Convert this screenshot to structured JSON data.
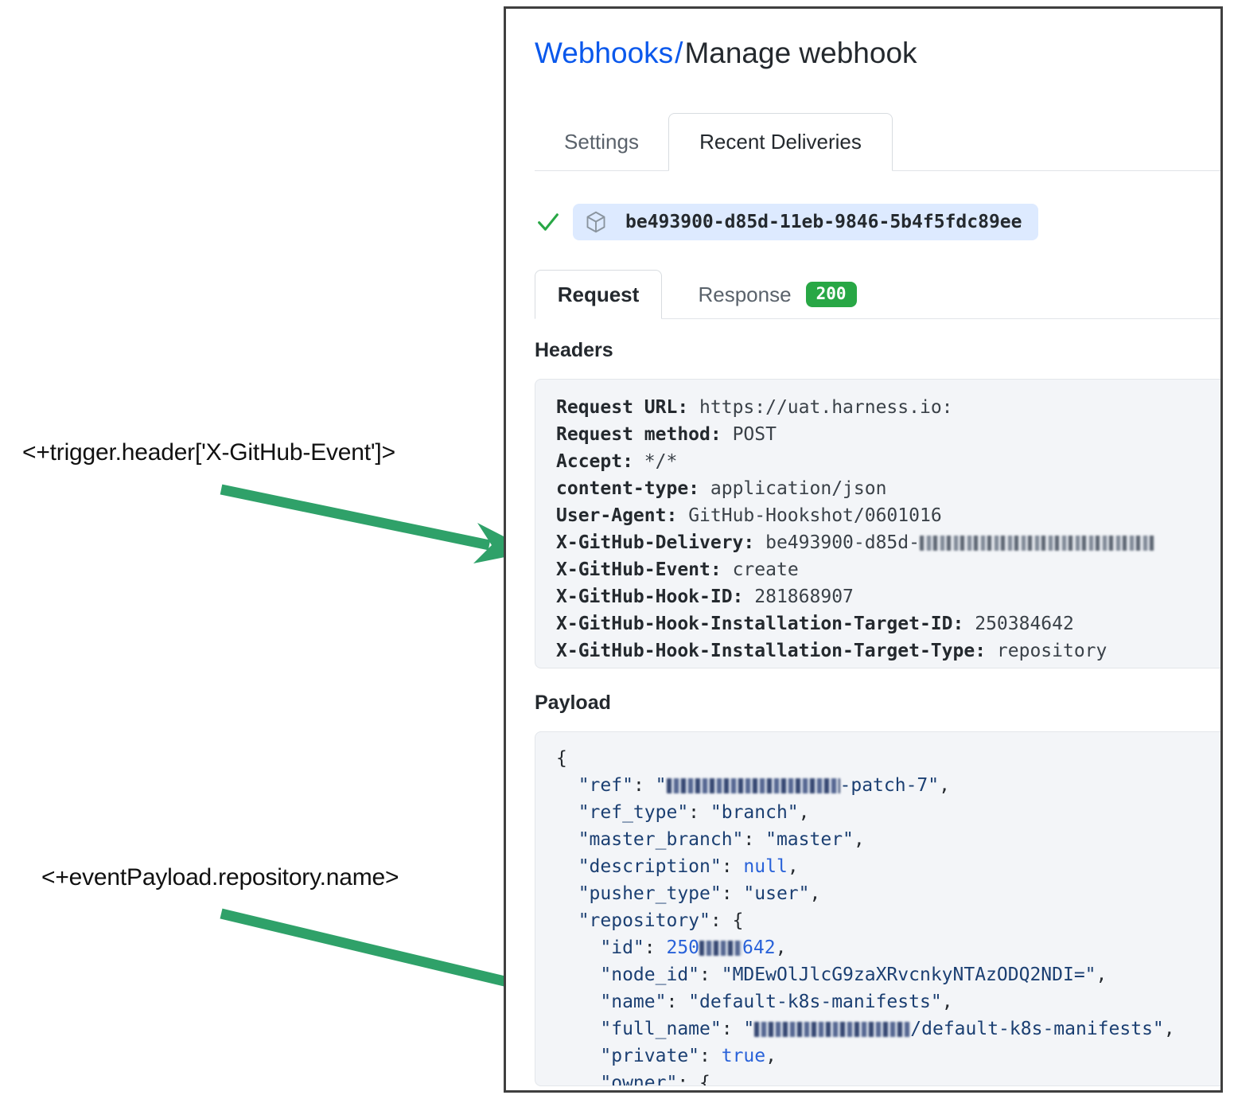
{
  "annotations": [
    {
      "text": "<+trigger.header['X-GitHub-Event']>"
    },
    {
      "text": "<+eventPayload.repository.name>"
    }
  ],
  "panel": {
    "breadcrumb": {
      "parent": "Webhooks",
      "separator": "/",
      "current": "Manage webhook"
    },
    "tabs": [
      {
        "label": "Settings",
        "active": false
      },
      {
        "label": "Recent Deliveries",
        "active": true
      }
    ],
    "delivery": {
      "status_icon": "check-icon",
      "package_icon": "cube-icon",
      "id": "be493900-d85d-11eb-9846-5b4f5fdc89ee"
    },
    "inner_tabs": [
      {
        "label": "Request",
        "active": true
      },
      {
        "label": "Response",
        "active": false,
        "badge": "200"
      }
    ],
    "headers_section": {
      "label": "Headers",
      "rows": [
        {
          "key": "Request URL:",
          "value": "https://uat.harness.io:"
        },
        {
          "key": "Request method:",
          "value": "POST"
        },
        {
          "key": "Accept:",
          "value": "*/*"
        },
        {
          "key": "content-type:",
          "value": "application/json"
        },
        {
          "key": "User-Agent:",
          "value": "GitHub-Hookshot/0601016"
        },
        {
          "key": "X-GitHub-Delivery:",
          "value": "be493900-d85d-",
          "redacted_suffix": true
        },
        {
          "key": "X-GitHub-Event:",
          "value": "create"
        },
        {
          "key": "X-GitHub-Hook-ID:",
          "value": "281868907"
        },
        {
          "key": "X-GitHub-Hook-Installation-Target-ID:",
          "value": "250384642"
        },
        {
          "key": "X-GitHub-Hook-Installation-Target-Type:",
          "value": "repository"
        }
      ]
    },
    "payload_section": {
      "label": "Payload",
      "lines": [
        "{",
        "  \"ref\": \"[redacted]-patch-7\",",
        "  \"ref_type\": \"branch\",",
        "  \"master_branch\": \"master\",",
        "  \"description\": null,",
        "  \"pusher_type\": \"user\",",
        "  \"repository\": {",
        "    \"id\": 250[redacted]642,",
        "    \"node_id\": \"MDEwOlJlcG9zaXRvcnkyNTAzODQ2NDI=\",",
        "    \"name\": \"default-k8s-manifests\",",
        "    \"full_name\": \"[redacted]/default-k8s-manifests\",",
        "    \"private\": true,",
        "    \"owner\": {"
      ]
    }
  },
  "colors": {
    "arrow_green": "#2fa169",
    "link_blue": "#0a58ec",
    "badge_green": "#28a745",
    "pill_blue": "#ddeaff",
    "code_bg": "#f3f5f8"
  }
}
